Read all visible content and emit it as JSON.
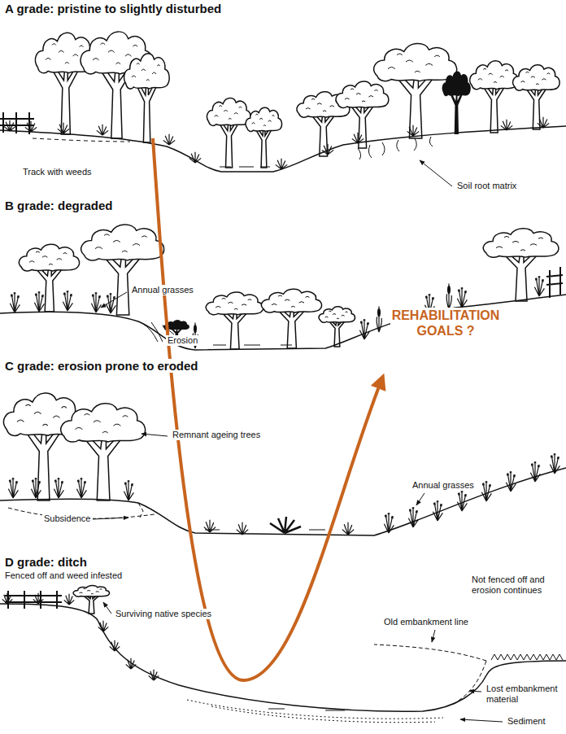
{
  "diagram": {
    "labels": [
      "A grade: pristine to slightly disturbed",
      "Track with weeds",
      "Soil root matrix",
      "B grade: degraded",
      "Annual grasses",
      "Erosion",
      "C grade: erosion prone to eroded",
      "REHABILITATION GOALS ?",
      "Remnant ageing trees",
      "Annual grasses",
      "Subsidence",
      "D grade: ditch",
      "Fenced off and weed infested",
      "Surviving native species",
      "Not fenced off and erosion continues",
      "Old embankment line",
      "Lost embankment material",
      "Sediment"
    ]
  }
}
